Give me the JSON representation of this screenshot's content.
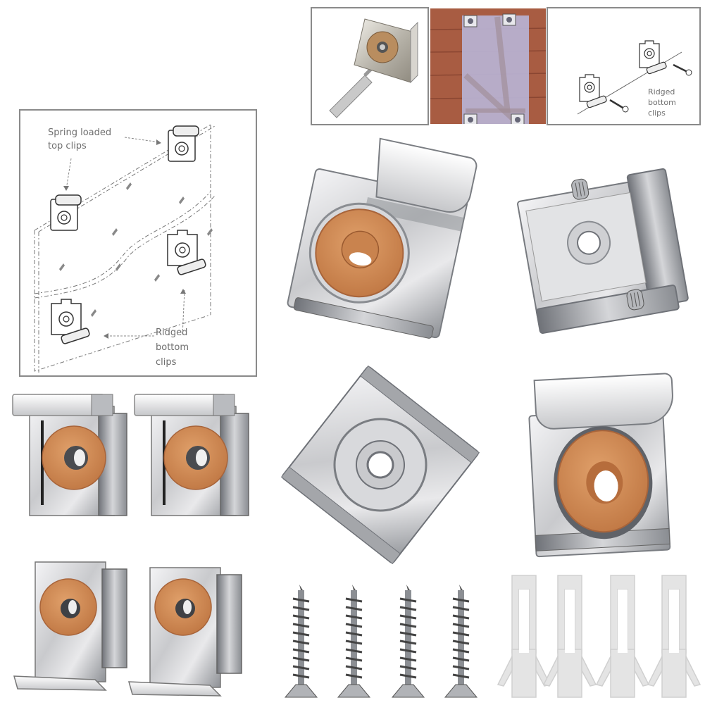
{
  "image": {
    "description": "Product photo collage: mirror / glass panel mounting clips with cork washers, screws and wall plugs",
    "background": "#ffffff"
  },
  "diagram_main": {
    "labels": {
      "top_clips_line1": "Spring loaded",
      "top_clips_line2": "top clips",
      "bottom_clips_line1": "Ridged",
      "bottom_clips_line2": "bottom",
      "bottom_clips_line3": "clips"
    }
  },
  "thumbnails": [
    {
      "name": "clip-with-wall-plug",
      "caption": ""
    },
    {
      "name": "glass-panel-on-wood",
      "caption": ""
    },
    {
      "name": "bottom-clips-diagram",
      "caption_line1": "Ridged",
      "caption_line2": "bottom",
      "caption_line3": "clips"
    }
  ],
  "products": {
    "clips_large": 4,
    "clips_small": 4,
    "screws": 4,
    "wall_plugs": 4
  },
  "colors": {
    "chrome_light": "#e8e8ea",
    "chrome_mid": "#b9bbbf",
    "chrome_dark": "#6f7278",
    "cork": "#d08a55",
    "cork_dark": "#a8643a",
    "plug": "#e4e4e4",
    "wood": "#a0523a",
    "border": "#8a8a8a",
    "diagram_line": "#555555"
  }
}
